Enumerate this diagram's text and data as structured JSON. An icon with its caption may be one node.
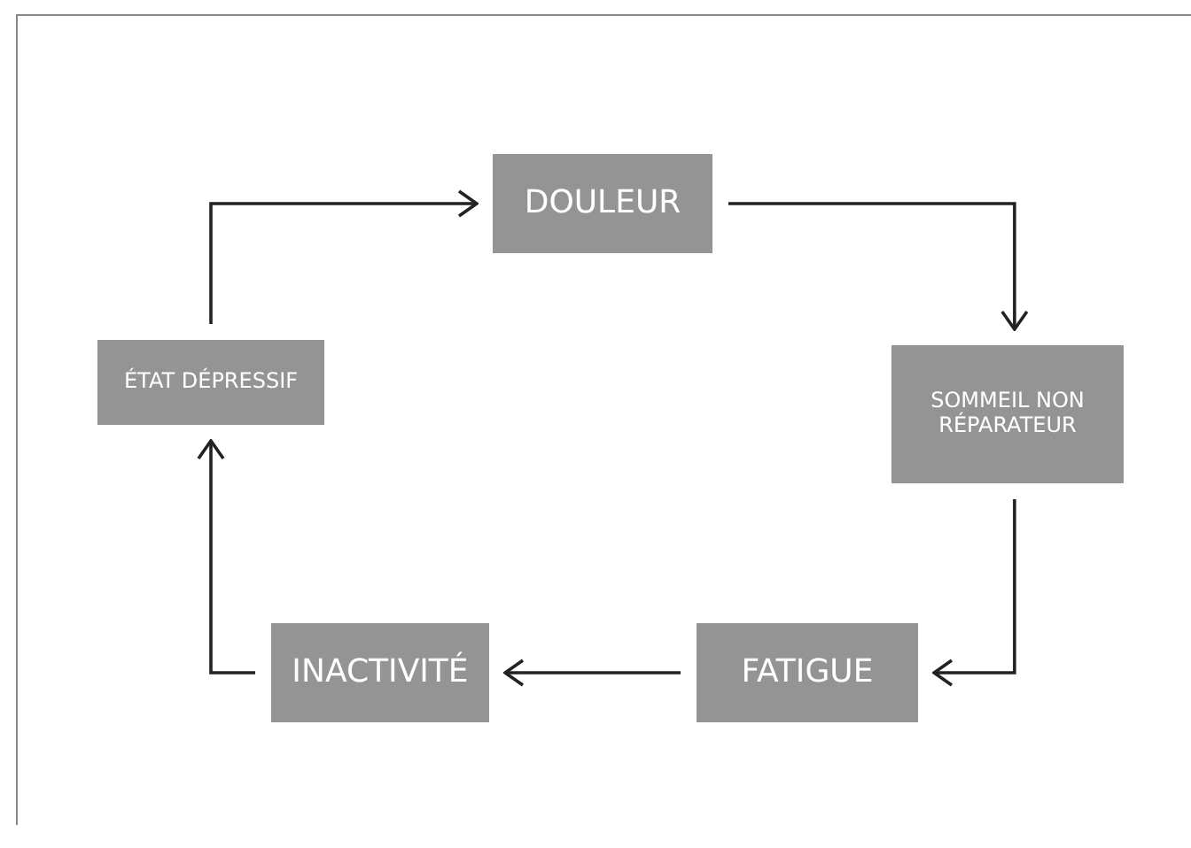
{
  "diagram": {
    "nodes": [
      {
        "text": [
          "DOULEUR"
        ]
      },
      {
        "text": [
          "SOMMEIL NON RÉPARATEUR"
        ]
      },
      {
        "text": [
          "FATIGUE"
        ]
      },
      {
        "text": [
          "INACTIVITÉ"
        ]
      },
      {
        "text": [
          "ÉTAT DÉPRESSIF"
        ]
      }
    ],
    "edges": [
      {
        "from": 0,
        "to": 1,
        "arrow": "to"
      },
      {
        "from": 1,
        "to": 2,
        "arrow": "to"
      },
      {
        "from": 2,
        "to": 3,
        "arrow": "to"
      },
      {
        "from": 3,
        "to": 4,
        "arrow": "to"
      },
      {
        "from": 4,
        "to": 0,
        "arrow": "to"
      }
    ]
  }
}
